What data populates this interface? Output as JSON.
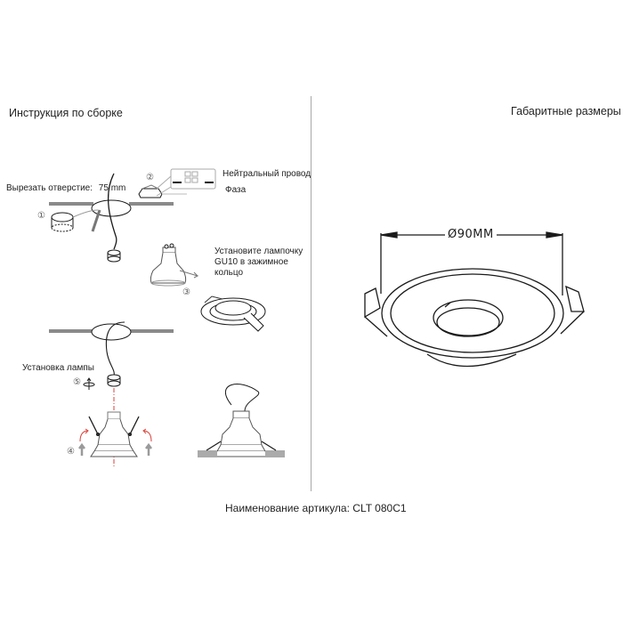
{
  "left_panel": {
    "title": "Инструкция по сборке",
    "cut_hole_label": "Вырезать отверстие:",
    "cut_hole_value": "75 mm",
    "neutral_wire_label": "Нейтральный провод",
    "phase_label": "Фаза",
    "install_bulb_text": [
      "Установите лампочку",
      "GU10 в зажимное",
      "кольцо"
    ],
    "install_lamp_label": "Установка лампы",
    "steps": [
      "①",
      "②",
      "③",
      "④",
      "⑤"
    ]
  },
  "right_panel": {
    "title": "Габаритные размеры",
    "dimension_label": "Ø90MM"
  },
  "footer": {
    "article_label": "Наименование артикула:",
    "article_value": "CLT 080C1"
  },
  "colors": {
    "line": "#1a1a1a",
    "ceiling": "#8a8a8a",
    "divider": "#a8a8a8",
    "red_arrow": "#d9413a",
    "grey_arrow": "#9a9a9a"
  }
}
